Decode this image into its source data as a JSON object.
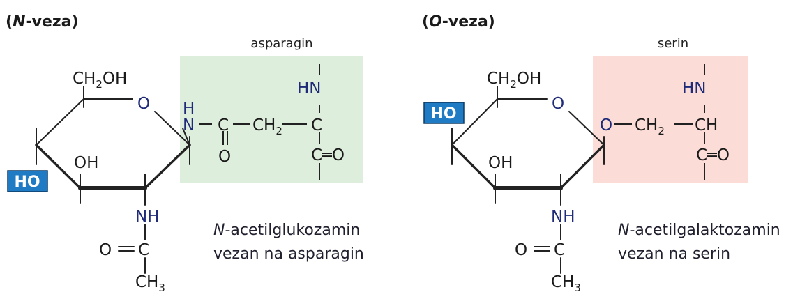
{
  "colors": {
    "asparagine_box": "#deeedc",
    "serine_box": "#fbdcd6",
    "ho_badge": "#1e7bc4",
    "bond_dark": "#222222",
    "nitrogen_text": "#1f2a78"
  },
  "left": {
    "heading_open": "(",
    "heading_italic": "N",
    "heading_rest": "-veza)",
    "residue_label": "asparagin",
    "ch2oh": "CH",
    "ch2oh_sub": "2",
    "ch2oh_tail": "OH",
    "ring_o": "O",
    "oh": "OH",
    "ho_badge": "HO",
    "nh_ring": "NH",
    "acyl_c": "C",
    "acyl_o": "O",
    "ch3": "CH",
    "ch3_sub": "3",
    "link_h": "H",
    "link_n": "N",
    "chain_c1": "C",
    "chain_ch2": "CH",
    "chain_ch2_sub": "2",
    "chain_c2": "C",
    "chain_o": "O",
    "hn": "HN",
    "carbonyl": "C═O",
    "caption_italic": "N",
    "caption_line1_rest": "-acetilglukozamin",
    "caption_line2": "vezan na asparagin"
  },
  "right": {
    "heading_open": "(",
    "heading_italic": "O",
    "heading_rest": "-veza)",
    "residue_label": "serin",
    "ch2oh": "CH",
    "ch2oh_sub": "2",
    "ch2oh_tail": "OH",
    "ring_o": "O",
    "oh": "OH",
    "ho_badge": "HO",
    "nh_ring": "NH",
    "acyl_c": "C",
    "acyl_o": "O",
    "ch3": "CH",
    "ch3_sub": "3",
    "link_o": "O",
    "chain_ch2": "CH",
    "chain_ch2_sub": "2",
    "chain_ch": "CH",
    "hn": "HN",
    "carbonyl": "C═O",
    "caption_italic": "N",
    "caption_line1_rest": "-acetilgalaktozamin",
    "caption_line2": "vezan na serin"
  }
}
